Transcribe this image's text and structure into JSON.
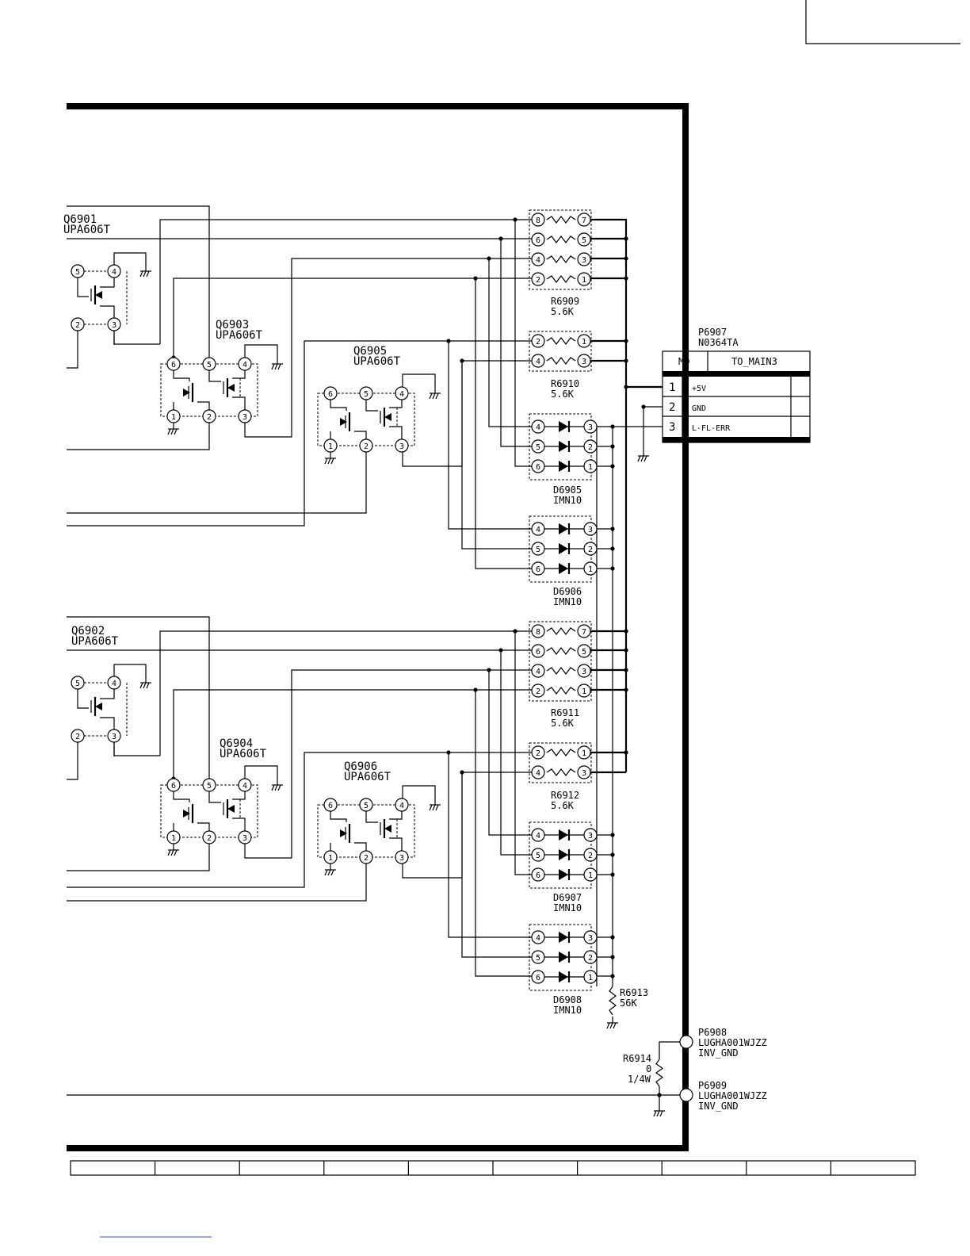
{
  "transistors": [
    {
      "ref": "Q6901",
      "part": "UPA606T",
      "pins": [
        "5",
        "4",
        "2",
        "3"
      ]
    },
    {
      "ref": "Q6902",
      "part": "UPA606T",
      "pins": [
        "5",
        "4",
        "2",
        "3"
      ]
    },
    {
      "ref": "Q6903",
      "part": "UPA606T",
      "pins": [
        "6",
        "5",
        "4",
        "1",
        "2",
        "3"
      ]
    },
    {
      "ref": "Q6904",
      "part": "UPA606T",
      "pins": [
        "6",
        "5",
        "4",
        "1",
        "2",
        "3"
      ]
    },
    {
      "ref": "Q6905",
      "part": "UPA606T",
      "pins": [
        "6",
        "5",
        "4",
        "1",
        "2",
        "3"
      ]
    },
    {
      "ref": "Q6906",
      "part": "UPA606T",
      "pins": [
        "6",
        "5",
        "4",
        "1",
        "2",
        "3"
      ]
    }
  ],
  "resistor_arrays": [
    {
      "ref": "R6909",
      "value": "5.6K",
      "left_pins": [
        "8",
        "6",
        "4",
        "2"
      ],
      "right_pins": [
        "7",
        "5",
        "3",
        "1"
      ]
    },
    {
      "ref": "R6910",
      "value": "5.6K",
      "left_pins": [
        "2",
        "4"
      ],
      "right_pins": [
        "1",
        "3"
      ]
    },
    {
      "ref": "R6911",
      "value": "5.6K",
      "left_pins": [
        "8",
        "6",
        "4",
        "2"
      ],
      "right_pins": [
        "7",
        "5",
        "3",
        "1"
      ]
    },
    {
      "ref": "R6912",
      "value": "5.6K",
      "left_pins": [
        "2",
        "4"
      ],
      "right_pins": [
        "1",
        "3"
      ]
    }
  ],
  "diode_arrays": [
    {
      "ref": "D6905",
      "part": "IMN10",
      "left_pins": [
        "4",
        "5",
        "6"
      ],
      "right_pins": [
        "3",
        "2",
        "1"
      ]
    },
    {
      "ref": "D6906",
      "part": "IMN10",
      "left_pins": [
        "4",
        "5",
        "6"
      ],
      "right_pins": [
        "3",
        "2",
        "1"
      ]
    },
    {
      "ref": "D6907",
      "part": "IMN10",
      "left_pins": [
        "4",
        "5",
        "6"
      ],
      "right_pins": [
        "3",
        "2",
        "1"
      ]
    },
    {
      "ref": "D6908",
      "part": "IMN10",
      "left_pins": [
        "4",
        "5",
        "6"
      ],
      "right_pins": [
        "3",
        "2",
        "1"
      ]
    }
  ],
  "connector": {
    "ref": "P6907",
    "part": "N0364TA",
    "header_left": "MD",
    "header_right": "TO_MAIN3",
    "pins": [
      {
        "num": "1",
        "signal": "+5V"
      },
      {
        "num": "2",
        "signal": "GND"
      },
      {
        "num": "3",
        "signal": "L-FL-ERR"
      }
    ]
  },
  "resistors": [
    {
      "ref": "R6913",
      "value": "56K"
    },
    {
      "ref": "R6914",
      "value": "0",
      "rating": "1/4W"
    }
  ],
  "terminals": [
    {
      "ref": "P6908",
      "part": "LUGHA001WJZZ",
      "net": "INV_GND"
    },
    {
      "ref": "P6909",
      "part": "LUGHA001WJZZ",
      "net": "INV_GND"
    }
  ],
  "footer_cells": 10
}
